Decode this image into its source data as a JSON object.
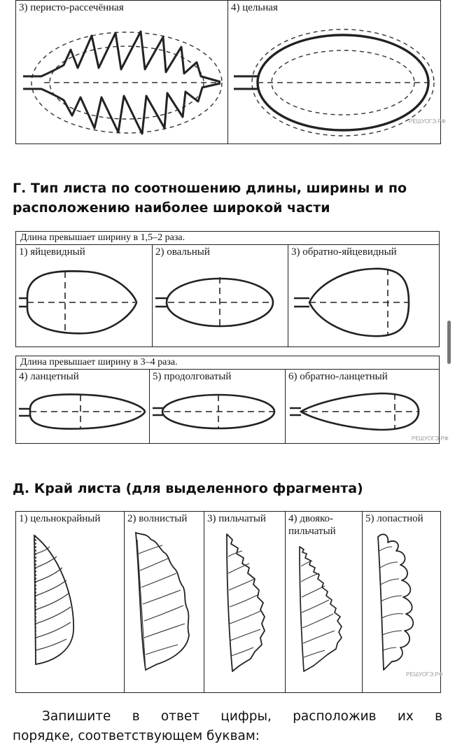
{
  "sectionV": {
    "cells": [
      {
        "label": "3) перисто-рассечённая",
        "icon": "pinnate-dissected-leaf-icon"
      },
      {
        "label": "4) цельная",
        "icon": "entire-leaf-icon"
      }
    ],
    "watermark": "РЕШУОГЭ.РФ"
  },
  "sectionG": {
    "title": "Г. Тип листа по соотношению длины, ширины и по расположению наиболее широкой части",
    "table1": {
      "header": "Длина превышает ширину в 1,5–2 раза.",
      "cells": [
        {
          "label": "1) яйцевидный",
          "icon": "ovate-leaf-icon"
        },
        {
          "label": "2) овальный",
          "icon": "oval-leaf-icon"
        },
        {
          "label": "3) обратно-яйцевидный",
          "icon": "obovate-leaf-icon"
        }
      ]
    },
    "table2": {
      "header": "Длина превышает ширину в 3–4 раза.",
      "cells": [
        {
          "label": "4) ланцетный",
          "icon": "lanceolate-leaf-icon"
        },
        {
          "label": "5) продолговатый",
          "icon": "oblong-leaf-icon"
        },
        {
          "label": "6) обратно-ланцетный",
          "icon": "oblanceolate-leaf-icon"
        }
      ]
    },
    "watermark": "РЕШУОГЭ.РФ"
  },
  "sectionD": {
    "title": "Д. Край листа (для выделенного фрагмента)",
    "cells": [
      {
        "label": "1) цельнокрайный",
        "icon": "entire-margin-icon"
      },
      {
        "label": "2) волнистый",
        "icon": "wavy-margin-icon"
      },
      {
        "label": "3) пильчатый",
        "icon": "serrate-margin-icon"
      },
      {
        "label1": "4) двояко-",
        "label2": "пильчатый",
        "icon": "double-serrate-margin-icon"
      },
      {
        "label": "5) лопастной",
        "icon": "lobed-margin-icon"
      }
    ],
    "watermark": "РЕШУОГЭ.РФ"
  },
  "instruction": {
    "words": [
      "Запишите",
      "в",
      "ответ",
      "цифры,",
      "расположив",
      "их",
      "в"
    ],
    "line2": "порядке, соответствующем буквам:"
  }
}
